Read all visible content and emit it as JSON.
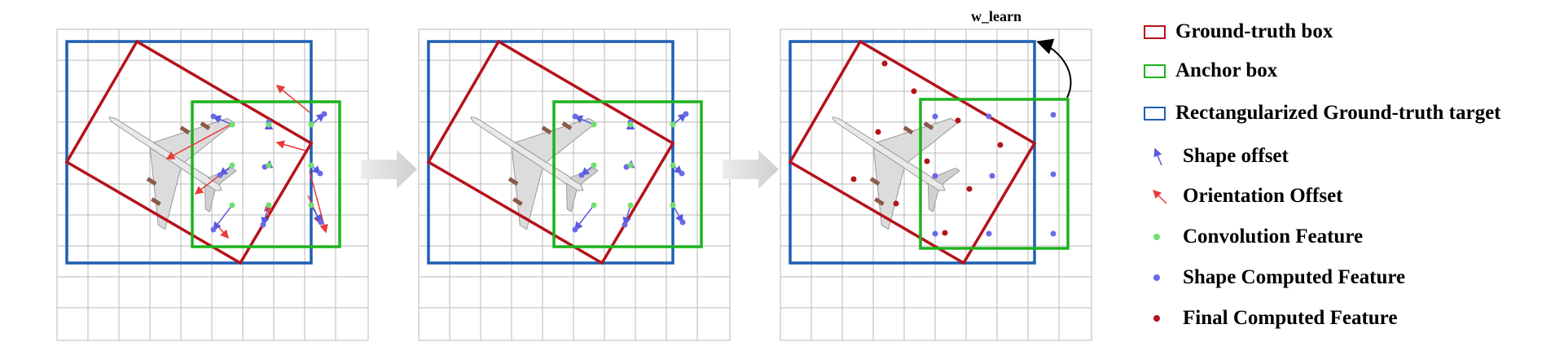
{
  "annotation": {
    "weight_label": "w_learn"
  },
  "colors": {
    "ground_truth": "#b5121b",
    "anchor": "#1db31d",
    "rect_target": "#1f5fb3",
    "shape_offset": "#5a5ae0",
    "orientation_offset": "#e83a3a",
    "conv_feature": "#6ee06e",
    "shape_feature": "#6a6ae8",
    "final_feature": "#b5121b",
    "grid": "#b8b8b8",
    "arrow_fill": "#d9d9d9"
  },
  "legend": [
    {
      "label": "Ground-truth box",
      "symbol": "box",
      "color": "#b5121b"
    },
    {
      "label": "Anchor box",
      "symbol": "box",
      "color": "#1db31d"
    },
    {
      "label": "Rectangularized Ground-truth target",
      "symbol": "box",
      "color": "#1f5fb3"
    },
    {
      "label": "Shape offset",
      "symbol": "arrow",
      "color": "#5a5ae0"
    },
    {
      "label": "Orientation Offset",
      "symbol": "arrow",
      "color": "#e83a3a"
    },
    {
      "label": "Convolution Feature",
      "symbol": "dot",
      "color": "#6ee06e"
    },
    {
      "label": "Shape Computed Feature",
      "symbol": "dot",
      "color": "#6a6ae8"
    },
    {
      "label": "Final Computed Feature",
      "symbol": "dot",
      "color": "#b5121b"
    }
  ],
  "panels": [
    {
      "name": "panel-offsets",
      "shows": [
        "conv",
        "shape",
        "shape_offset",
        "orientation_offset"
      ]
    },
    {
      "name": "panel-shape",
      "shows": [
        "conv",
        "shape",
        "shape_offset"
      ]
    },
    {
      "name": "panel-final",
      "shows": [
        "shape",
        "final",
        "weight_arrow"
      ]
    }
  ]
}
